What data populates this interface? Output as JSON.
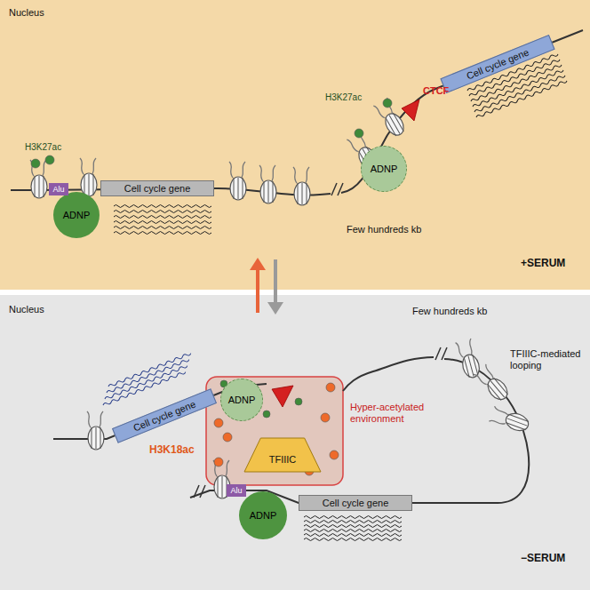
{
  "diagram": {
    "nodes": [
      {
        "text": [
          "Nucleus",
          "+SERUM"
        ]
      },
      {
        "text": [
          "Alu"
        ],
        "in": 0
      },
      {
        "text": [
          "ADNP"
        ],
        "in": 0
      },
      {
        "text": [
          "Cell cycle gene"
        ],
        "in": 0
      },
      {
        "text": [
          "ADNP"
        ],
        "in": 0
      },
      {
        "text": [
          "Cell cycle gene"
        ],
        "in": 0
      },
      {
        "text": [
          "Nucleus",
          "−SERUM"
        ]
      },
      {
        "text": [
          "Cell cycle gene"
        ],
        "in": 6
      },
      {
        "text": [
          "ADNP"
        ],
        "in": 6
      },
      {
        "text": [
          "TFIIIC"
        ],
        "in": 6
      },
      {
        "text": [
          "Alu"
        ],
        "in": 6
      },
      {
        "text": [
          "ADNP"
        ],
        "in": 6
      },
      {
        "text": [
          "Cell cycle gene"
        ],
        "in": 6
      }
    ],
    "labels": [
      "H3K27ac",
      "Few hundreds kb",
      "H3K27ac",
      "CTCF",
      "Few hundreds kb",
      "TFIIIC-mediated looping",
      "Hyper-acetylated environment",
      "H3K18ac"
    ]
  }
}
